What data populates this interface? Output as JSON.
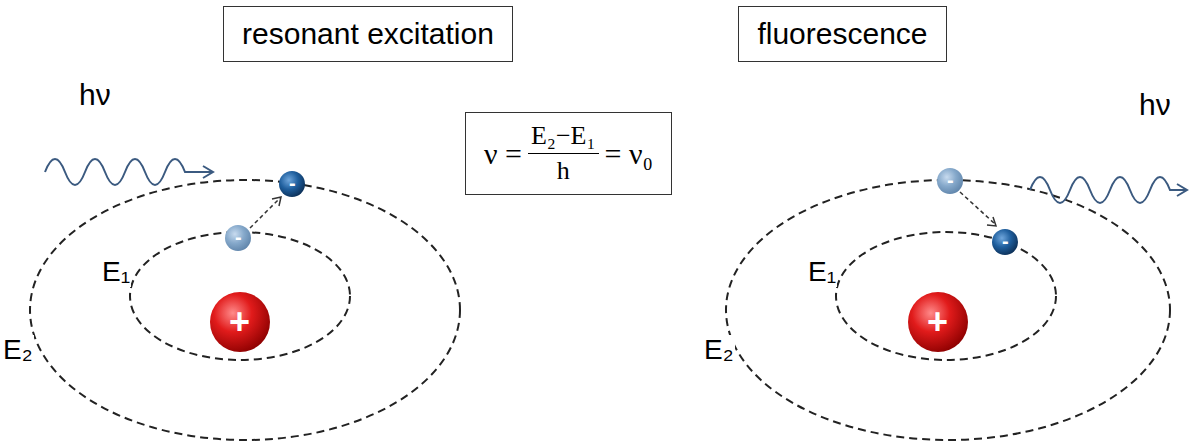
{
  "diagram": {
    "nodes": [
      {
        "text": [
          "resonant excitation"
        ]
      },
      {
        "text": [
          "fluorescence"
        ]
      },
      {
        "text": [
          "ν =",
          "E₂−E₁",
          "h",
          "= ν₀"
        ]
      }
    ],
    "labels": [
      "hν",
      "E₂",
      "E₁",
      "+",
      "-",
      "-",
      "hν",
      "E₂",
      "E₁",
      "+",
      "-",
      "-"
    ]
  }
}
